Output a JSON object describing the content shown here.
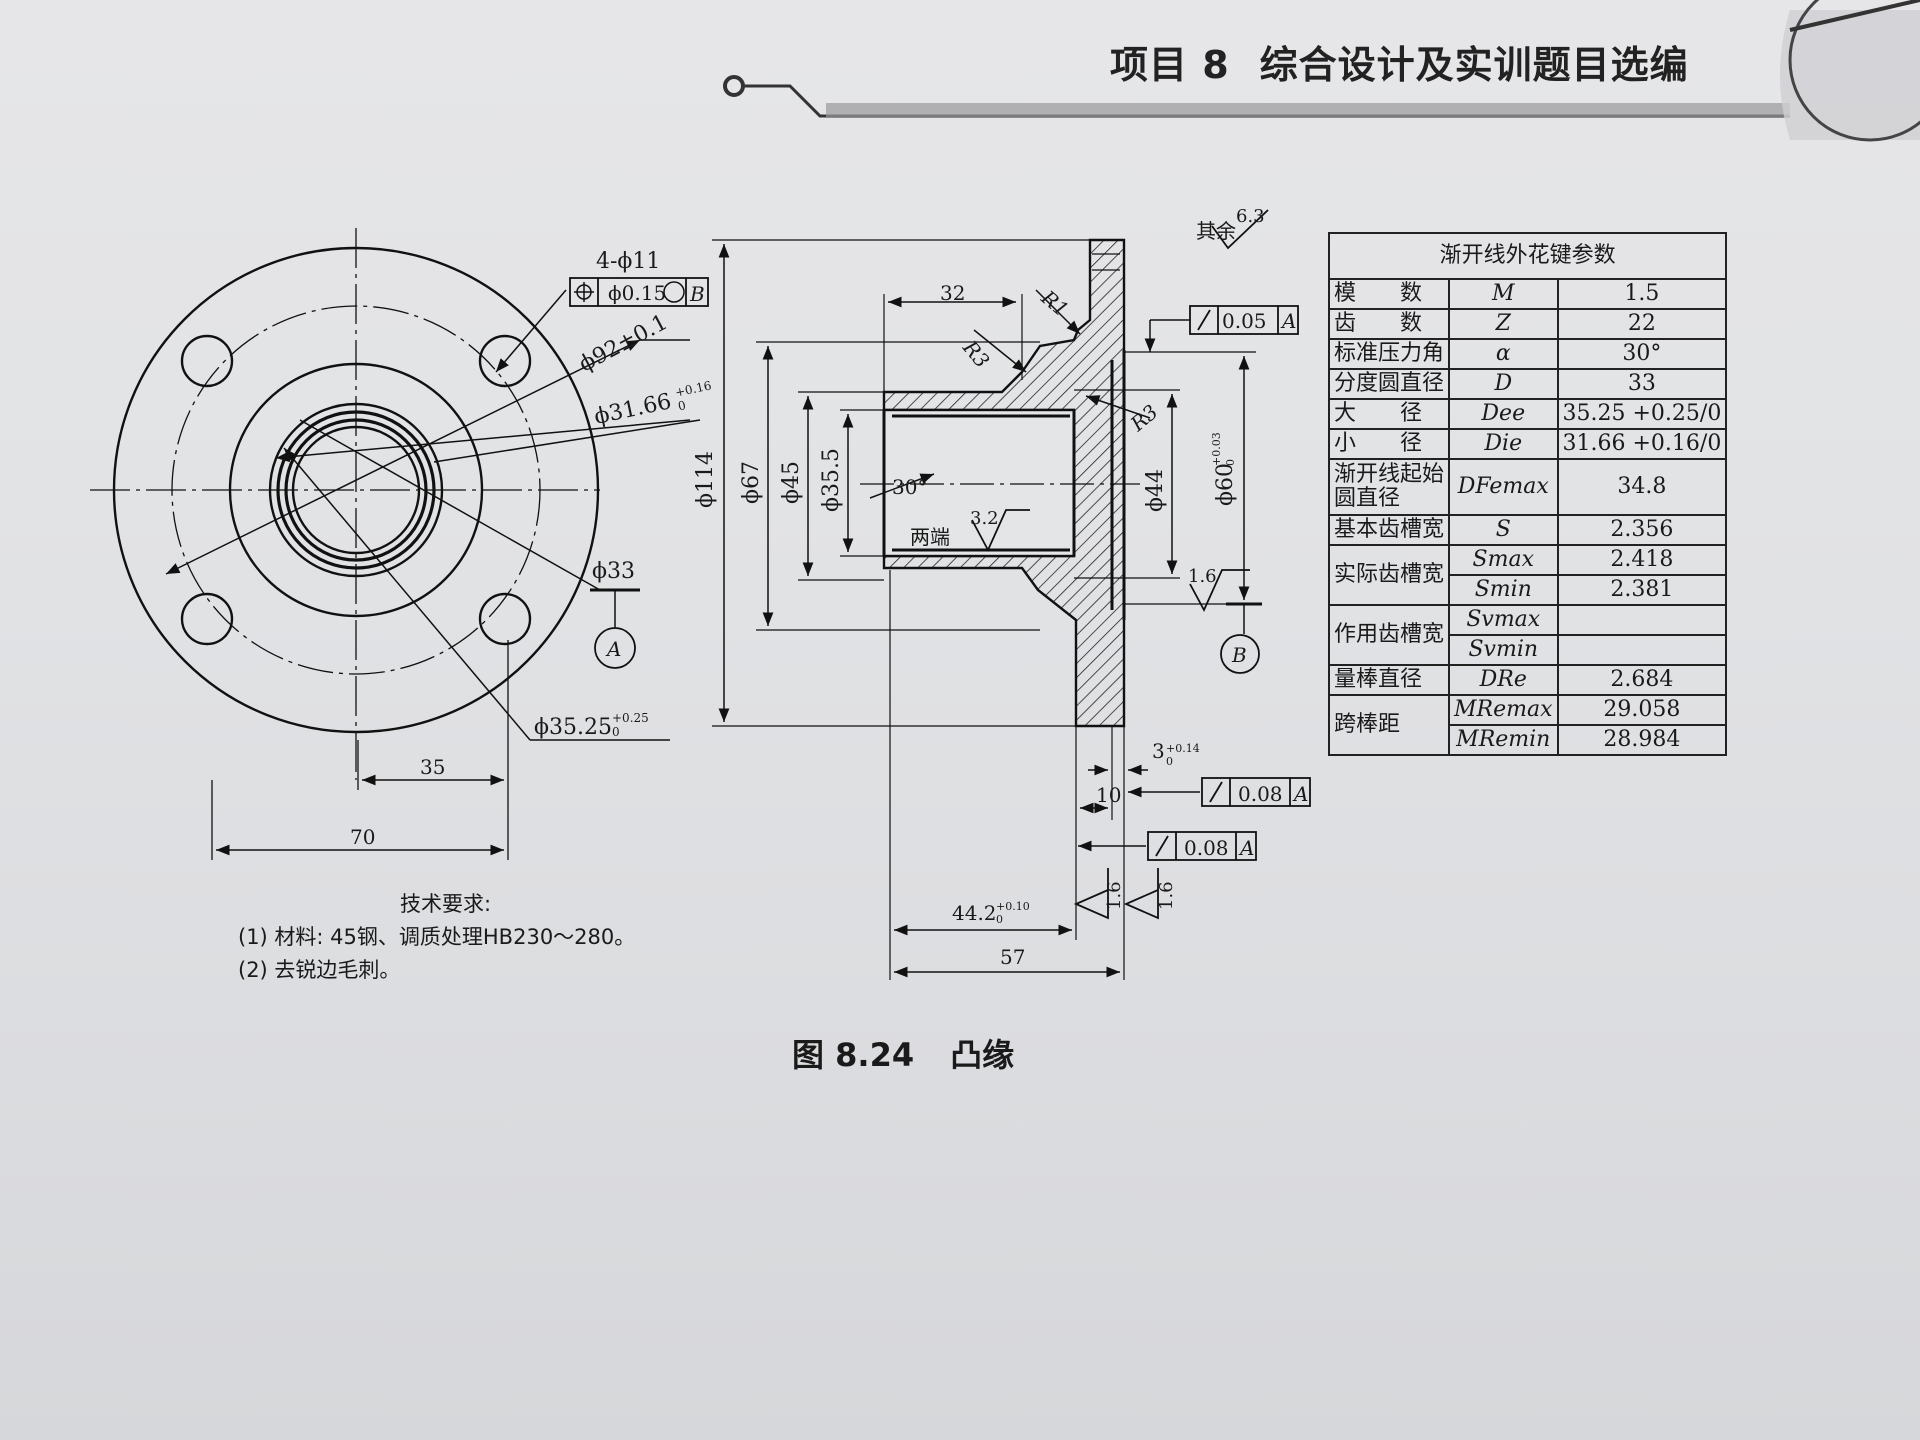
{
  "header": {
    "project": "项目 8",
    "title": "综合设计及实训题目选编"
  },
  "front_view": {
    "holes": "4-ϕ11",
    "position_tol_value": "ϕ0.15",
    "position_tol_datum": "B",
    "pcd": "ϕ92±0.1",
    "minor_dia": "ϕ31.66",
    "minor_dia_tol_upper": "+0.16",
    "minor_dia_tol_lower": "0",
    "pitch_dia": "ϕ33",
    "datum_a": "A",
    "major_dia": "ϕ35.25",
    "major_dia_tol_upper": "+0.25",
    "major_dia_tol_lower": "0",
    "dim_35": "35",
    "dim_70": "70"
  },
  "side_view": {
    "roughness_other": "其余",
    "roughness_other_value": "6.3",
    "dim_32": "32",
    "r1": "R1",
    "r3_a": "R3",
    "r3_b": "R3",
    "runout_1_value": "0.05",
    "runout_1_datum": "A",
    "dia_114": "ϕ114",
    "dia_67": "ϕ67",
    "dia_45": "ϕ45",
    "dia_35_5": "ϕ35.5",
    "chamfer_angle": "30°",
    "roughness_3_2": "3.2",
    "both_ends": "两端",
    "dia_44": "ϕ44",
    "dia_60": "ϕ60",
    "dia_60_tol_upper": "+0.03",
    "dia_60_tol_lower": "0",
    "roughness_1_6_a": "1.6",
    "datum_b": "B",
    "dim_3": "3",
    "dim_3_tol_upper": "+0.14",
    "dim_3_tol_lower": "0",
    "dim_10": "10",
    "runout_2_value": "0.08",
    "runout_2_datum": "A",
    "runout_3_value": "0.08",
    "runout_3_datum": "A",
    "roughness_1_6_b": "1.6",
    "roughness_1_6_c": "1.6",
    "dim_44_2": "44.2",
    "dim_44_2_tol_upper": "+0.10",
    "dim_44_2_tol_lower": "0",
    "dim_57": "57"
  },
  "spline_table": {
    "title": "渐开线外花键参数",
    "rows": [
      {
        "name": "模　　数",
        "symbol": "M",
        "value": "1.5"
      },
      {
        "name": "齿　　数",
        "symbol": "Z",
        "value": "22"
      },
      {
        "name": "标准压力角",
        "symbol": "α",
        "value": "30°"
      },
      {
        "name": "分度圆直径",
        "symbol": "D",
        "value": "33"
      },
      {
        "name": "大　　径",
        "symbol": "Dee",
        "value": "35.25 +0.25/0"
      },
      {
        "name": "小　　径",
        "symbol": "Die",
        "value": "31.66 +0.16/0"
      },
      {
        "name": "渐开线起始圆直径",
        "symbol": "DFemax",
        "value": "34.8"
      },
      {
        "name": "基本齿槽宽",
        "symbol": "S",
        "value": "2.356"
      },
      {
        "name": "实际齿槽宽",
        "symbol": "Smax",
        "value": "2.418"
      },
      {
        "name": "",
        "symbol": "Smin",
        "value": "2.381"
      },
      {
        "name": "作用齿槽宽",
        "symbol": "Svmax",
        "value": ""
      },
      {
        "name": "",
        "symbol": "Svmin",
        "value": ""
      },
      {
        "name": "量棒直径",
        "symbol": "DRe",
        "value": "2.684"
      },
      {
        "name": "跨棒距",
        "symbol": "MRemax",
        "value": "29.058"
      },
      {
        "name": "",
        "symbol": "MRemin",
        "value": "28.984"
      }
    ]
  },
  "tech_requirements": {
    "title": "技术要求:",
    "item1": "(1) 材料: 45钢、调质处理HB230～280。",
    "item2": "(2) 去锐边毛刺。"
  },
  "caption": {
    "figure_no": "图 8.24",
    "figure_name": "凸缘"
  }
}
